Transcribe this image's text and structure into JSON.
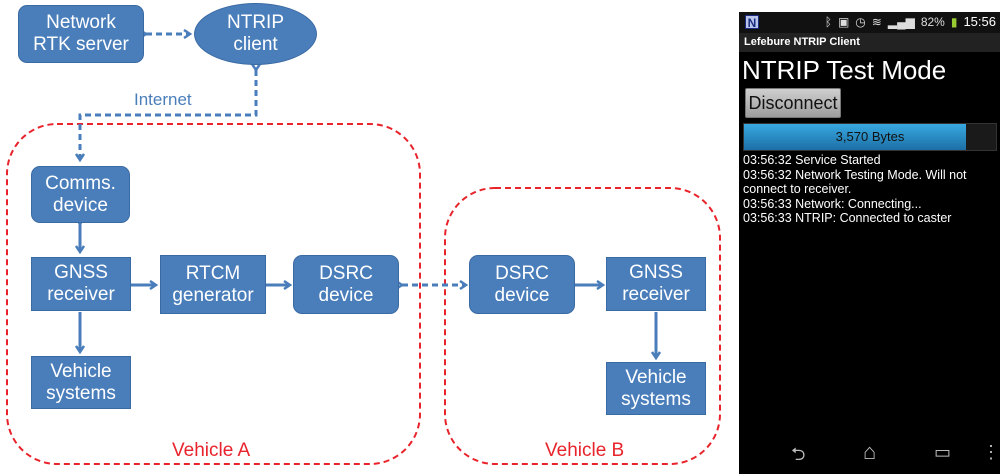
{
  "diagram": {
    "nodes": {
      "network_rtk_server": [
        "Network",
        "RTK server"
      ],
      "ntrip_client": [
        "NTRIP",
        "client"
      ],
      "comms_device": [
        "Comms.",
        "device"
      ],
      "gnss_receiver_a": [
        "GNSS",
        "receiver"
      ],
      "rtcm_generator": [
        "RTCM",
        "generator"
      ],
      "dsrc_device_a": [
        "DSRC",
        "device"
      ],
      "vehicle_systems_a": [
        "Vehicle",
        "systems"
      ],
      "dsrc_device_b": [
        "DSRC",
        "device"
      ],
      "gnss_receiver_b": [
        "GNSS",
        "receiver"
      ],
      "vehicle_systems_b": [
        "Vehicle",
        "systems"
      ]
    },
    "internet_label": "Internet",
    "vehicle_a_label": "Vehicle A",
    "vehicle_b_label": "Vehicle B",
    "colors": {
      "node": "#4a7ebb",
      "region": "#e8232b",
      "arrow": "#4a7ebb"
    }
  },
  "phone": {
    "status_bar": {
      "app_badge": "N",
      "battery": "82%",
      "time": "15:56",
      "icons": [
        "bluetooth-icon",
        "nfc-icon",
        "alarm-icon",
        "wifi-icon",
        "signal-icon",
        "battery-icon"
      ]
    },
    "app_title": "Lefebure NTRIP Client",
    "mode_title": "NTRIP Test Mode",
    "disconnect_label": "Disconnect",
    "progress": {
      "label": "3,570 Bytes",
      "fraction": 0.88
    },
    "log": [
      "03:56:32 Service Started",
      "03:56:32 Network Testing Mode. Will not connect to receiver.",
      "03:56:33 Network: Connecting...",
      "03:56:33 NTRIP: Connected to caster"
    ],
    "nav": {
      "back": "⮌",
      "home": "⌂",
      "recents": "▭",
      "menu": "⋮"
    }
  }
}
